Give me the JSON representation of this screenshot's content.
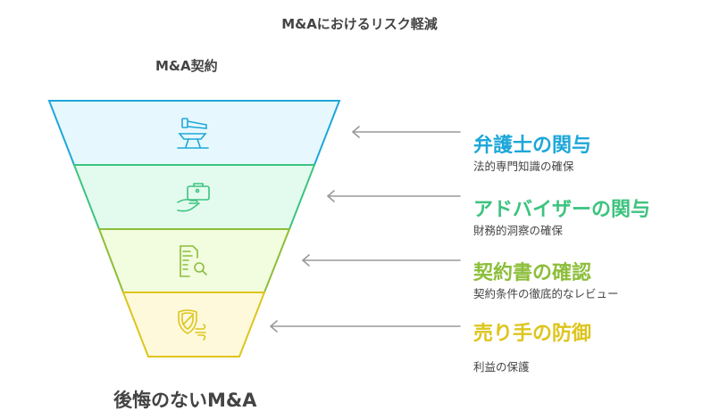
{
  "title": "M&Aにおけるリスク軽減",
  "top_label": "M&A契約",
  "bottom_label": "後悔のないM&A",
  "stages": [
    {
      "heading": "弁護士の関与",
      "description": "法的専門知識の確保",
      "icon": "gavel-icon",
      "color": "#1EA7D9",
      "fill": "#E6F8FD"
    },
    {
      "heading": "アドバイザーの関与",
      "description": "財務的洞察の確保",
      "icon": "briefcase-hand-icon",
      "color": "#3DC37F",
      "fill": "#E3FBEF"
    },
    {
      "heading": "契約書の確認",
      "description": "契約条件の徹底的なレビュー",
      "icon": "document-search-icon",
      "color": "#8CBE3A",
      "fill": "#F2FCDF"
    },
    {
      "heading": "売り手の防御",
      "description": "利益の保護",
      "icon": "shield-wind-icon",
      "color": "#DDC51C",
      "fill": "#FFF9DC"
    }
  ]
}
